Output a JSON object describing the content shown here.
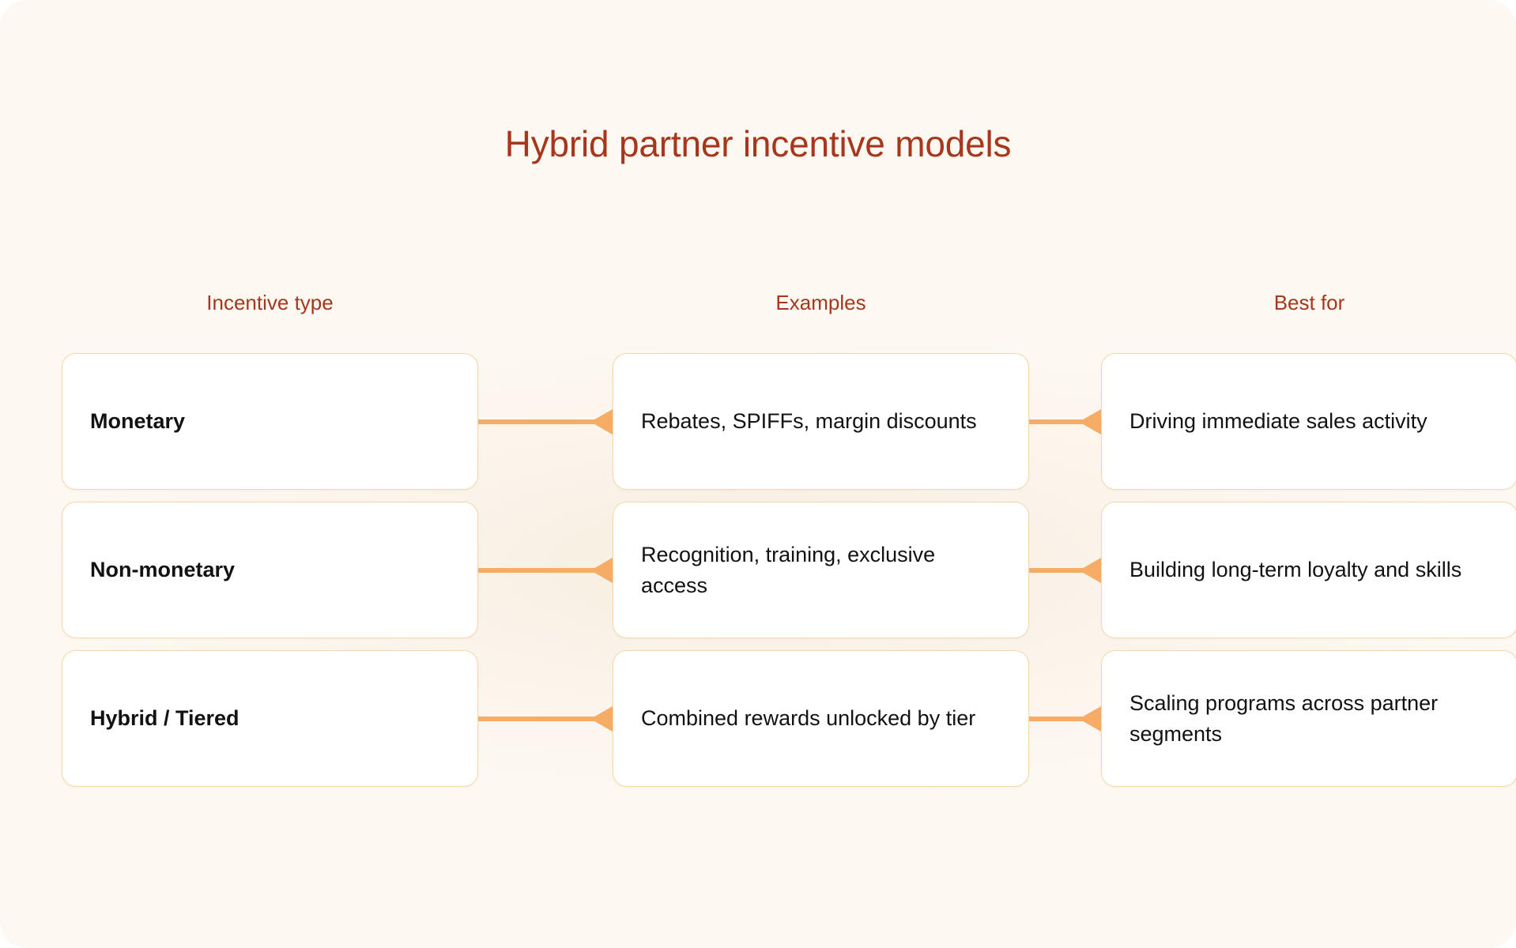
{
  "title": "Hybrid partner incentive models",
  "colors": {
    "canvas_background": "#FDF8F1",
    "title_text": "#A6371D",
    "header_text": "#A6371D",
    "card_background": "#FFFFFF",
    "card_border": "#F6D6AB",
    "connector": "#F7AC66",
    "body_text": "#121212"
  },
  "columns": [
    {
      "label": "Incentive type"
    },
    {
      "label": "Examples"
    },
    {
      "label": "Best for"
    }
  ],
  "rows": [
    {
      "incentive_type": "Monetary",
      "examples": "Rebates, SPIFFs, margin discounts",
      "best_for": "Driving immediate sales activity"
    },
    {
      "incentive_type": "Non-monetary",
      "examples": "Recognition, training, exclusive access",
      "best_for": "Building long-term loyalty and skills"
    },
    {
      "incentive_type": "Hybrid / Tiered",
      "examples": "Combined rewards unlocked by tier",
      "best_for": "Scaling programs across partner segments"
    }
  ]
}
